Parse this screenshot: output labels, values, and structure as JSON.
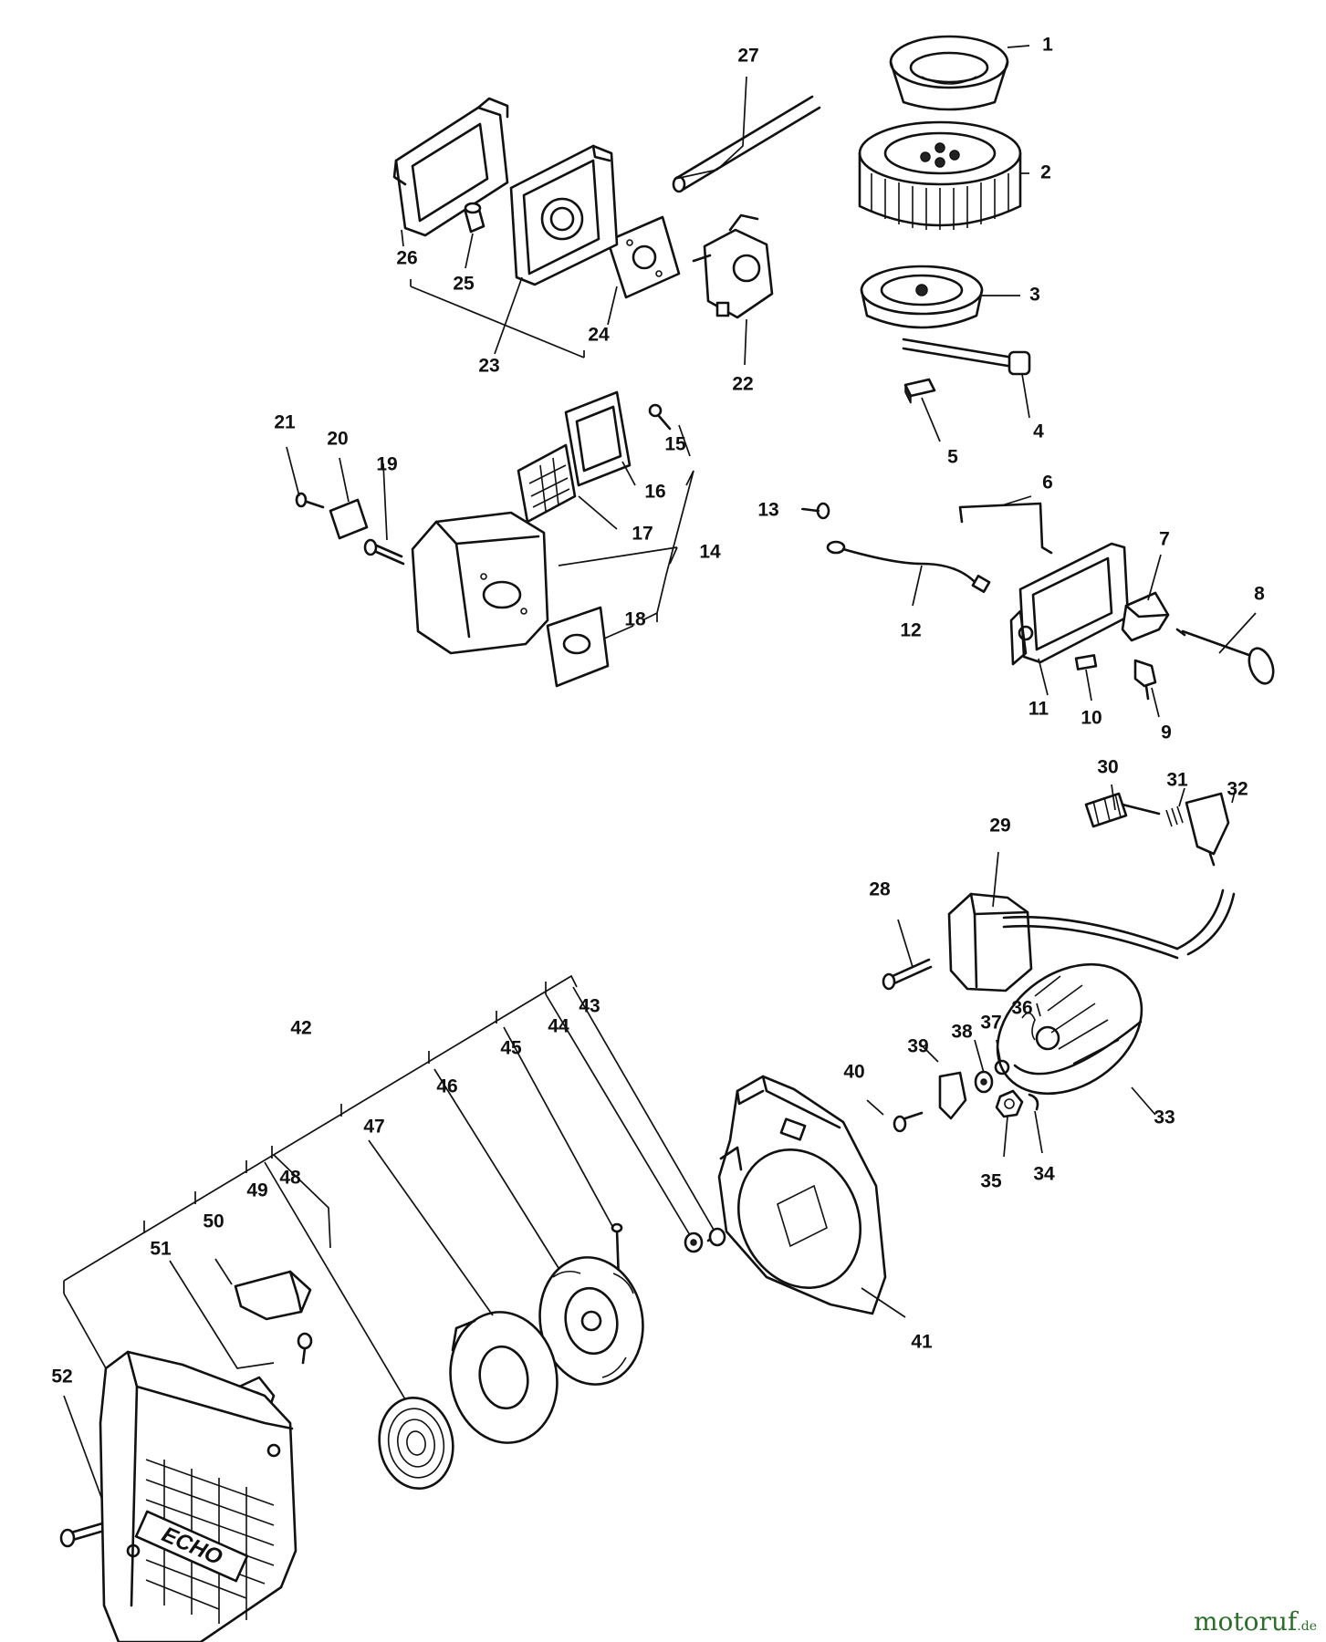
{
  "diagram": {
    "callouts": [
      "1",
      "2",
      "3",
      "4",
      "5",
      "6",
      "7",
      "8",
      "9",
      "10",
      "11",
      "12",
      "13",
      "14",
      "15",
      "16",
      "17",
      "18",
      "19",
      "20",
      "21",
      "22",
      "23",
      "24",
      "25",
      "26",
      "27",
      "28",
      "29",
      "30",
      "31",
      "32",
      "33",
      "34",
      "35",
      "36",
      "37",
      "38",
      "39",
      "40",
      "41",
      "42",
      "43",
      "44",
      "45",
      "46",
      "47",
      "48",
      "49",
      "50",
      "51",
      "52"
    ],
    "cover_text": "ECHO"
  },
  "watermark": {
    "name": "motoruf",
    "tld": ".de"
  }
}
